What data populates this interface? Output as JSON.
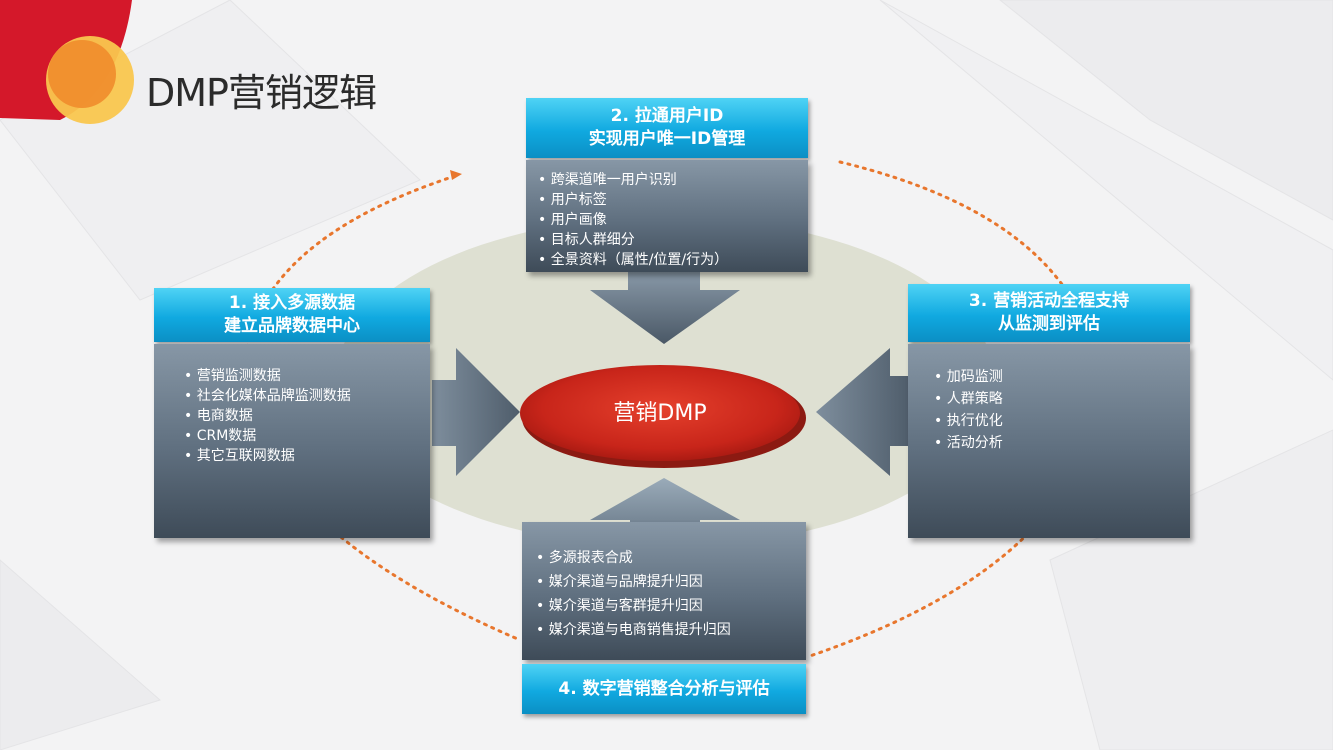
{
  "title": "DMP营销逻辑",
  "center": {
    "label": "营销DMP"
  },
  "boxes": {
    "box1": {
      "head_line1": "1. 接入多源数据",
      "head_line2": "建立品牌数据中心",
      "items": [
        "营销监测数据",
        "社会化媒体品牌监测数据",
        "电商数据",
        "CRM数据",
        "其它互联网数据"
      ]
    },
    "box2": {
      "head_line1": "2. 拉通用户ID",
      "head_line2": "实现用户唯一ID管理",
      "items": [
        "跨渠道唯一用户识别",
        "用户标签",
        "用户画像",
        "目标人群细分",
        "全景资料（属性/位置/行为）"
      ]
    },
    "box3": {
      "head_line1": "3. 营销活动全程支持",
      "head_line2": "从监测到评估",
      "items": [
        "加码监测",
        "人群策略",
        "执行优化",
        "活动分析"
      ]
    },
    "box4": {
      "head_line1": "4. 数字营销整合分析与评估",
      "items": [
        "多源报表合成",
        "媒介渠道与品牌提升归因",
        "媒介渠道与客群提升归因",
        "媒介渠道与电商销售提升归因"
      ]
    }
  },
  "colors": {
    "accent_red": "#d4182a",
    "accent_orange": "#f0a030",
    "header_blue": "#10a9e0",
    "body_gray": "#5f6f7f",
    "ellipse_red": "#c8251a",
    "dotted_orange": "#e8762d"
  }
}
